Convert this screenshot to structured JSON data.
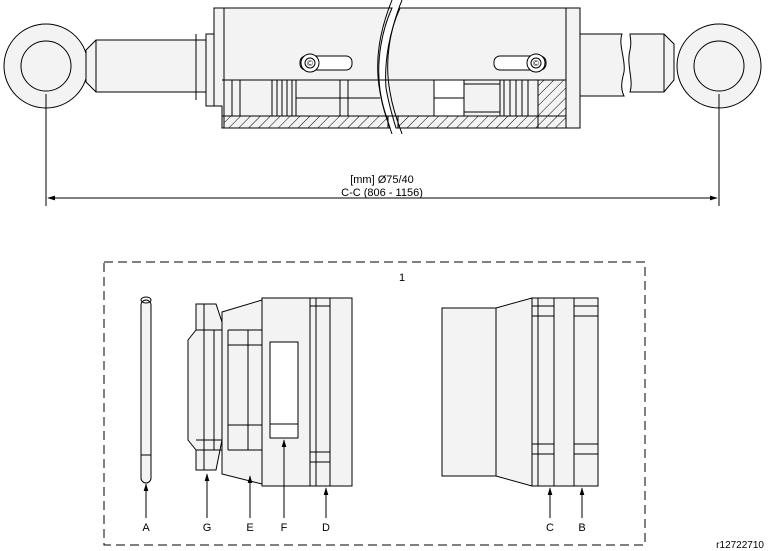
{
  "dimension": {
    "line1": "[mm] Ø75/40",
    "line2": "C-C (806 - 1156)"
  },
  "kit": {
    "item_number": "1",
    "labels": [
      "A",
      "G",
      "E",
      "F",
      "D",
      "C",
      "B"
    ]
  },
  "reference_code": "r12722710"
}
